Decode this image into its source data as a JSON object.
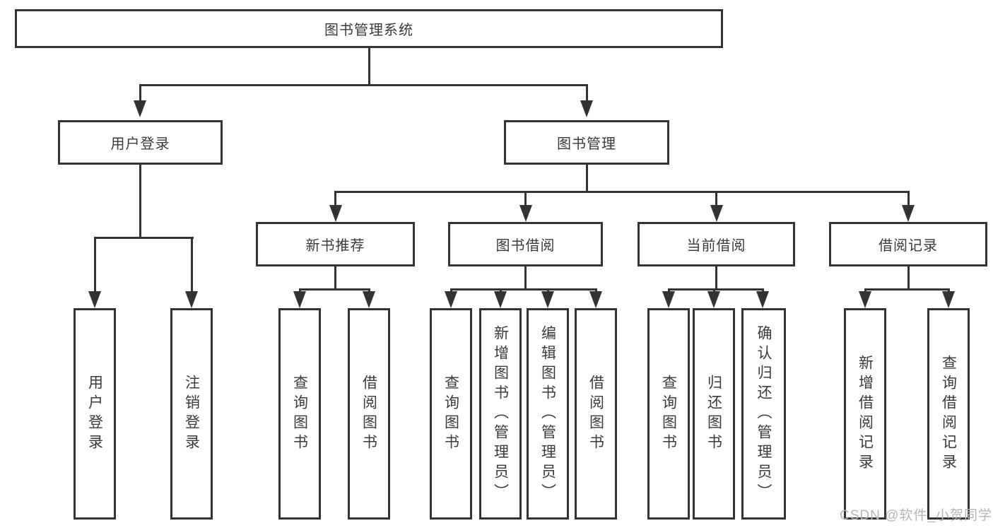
{
  "tree": {
    "label": "图书管理系统",
    "children": [
      {
        "label": "用户登录",
        "children": [
          {
            "label": "用户登录"
          },
          {
            "label": "注销登录"
          }
        ]
      },
      {
        "label": "图书管理",
        "children": [
          {
            "label": "新书推荐",
            "children": [
              {
                "label": "查询图书"
              },
              {
                "label": "借阅图书"
              }
            ]
          },
          {
            "label": "图书借阅",
            "children": [
              {
                "label": "查询图书"
              },
              {
                "label": "新增图书（管理员）"
              },
              {
                "label": "编辑图书（管理员）"
              },
              {
                "label": "借阅图书"
              }
            ]
          },
          {
            "label": "当前借阅",
            "children": [
              {
                "label": "查询图书"
              },
              {
                "label": "归还图书"
              },
              {
                "label": "确认归还（管理员）"
              }
            ]
          },
          {
            "label": "借阅记录",
            "children": [
              {
                "label": "新增借阅记录"
              },
              {
                "label": "查询借阅记录"
              }
            ]
          }
        ]
      }
    ]
  },
  "watermark": "CSDN @软件_小贺同学",
  "colors": {
    "line": "#333333",
    "text": "#3a3a3a",
    "box_background": "#ffffff",
    "page_background": "#ffffff",
    "watermark": "#b5b5b5"
  }
}
